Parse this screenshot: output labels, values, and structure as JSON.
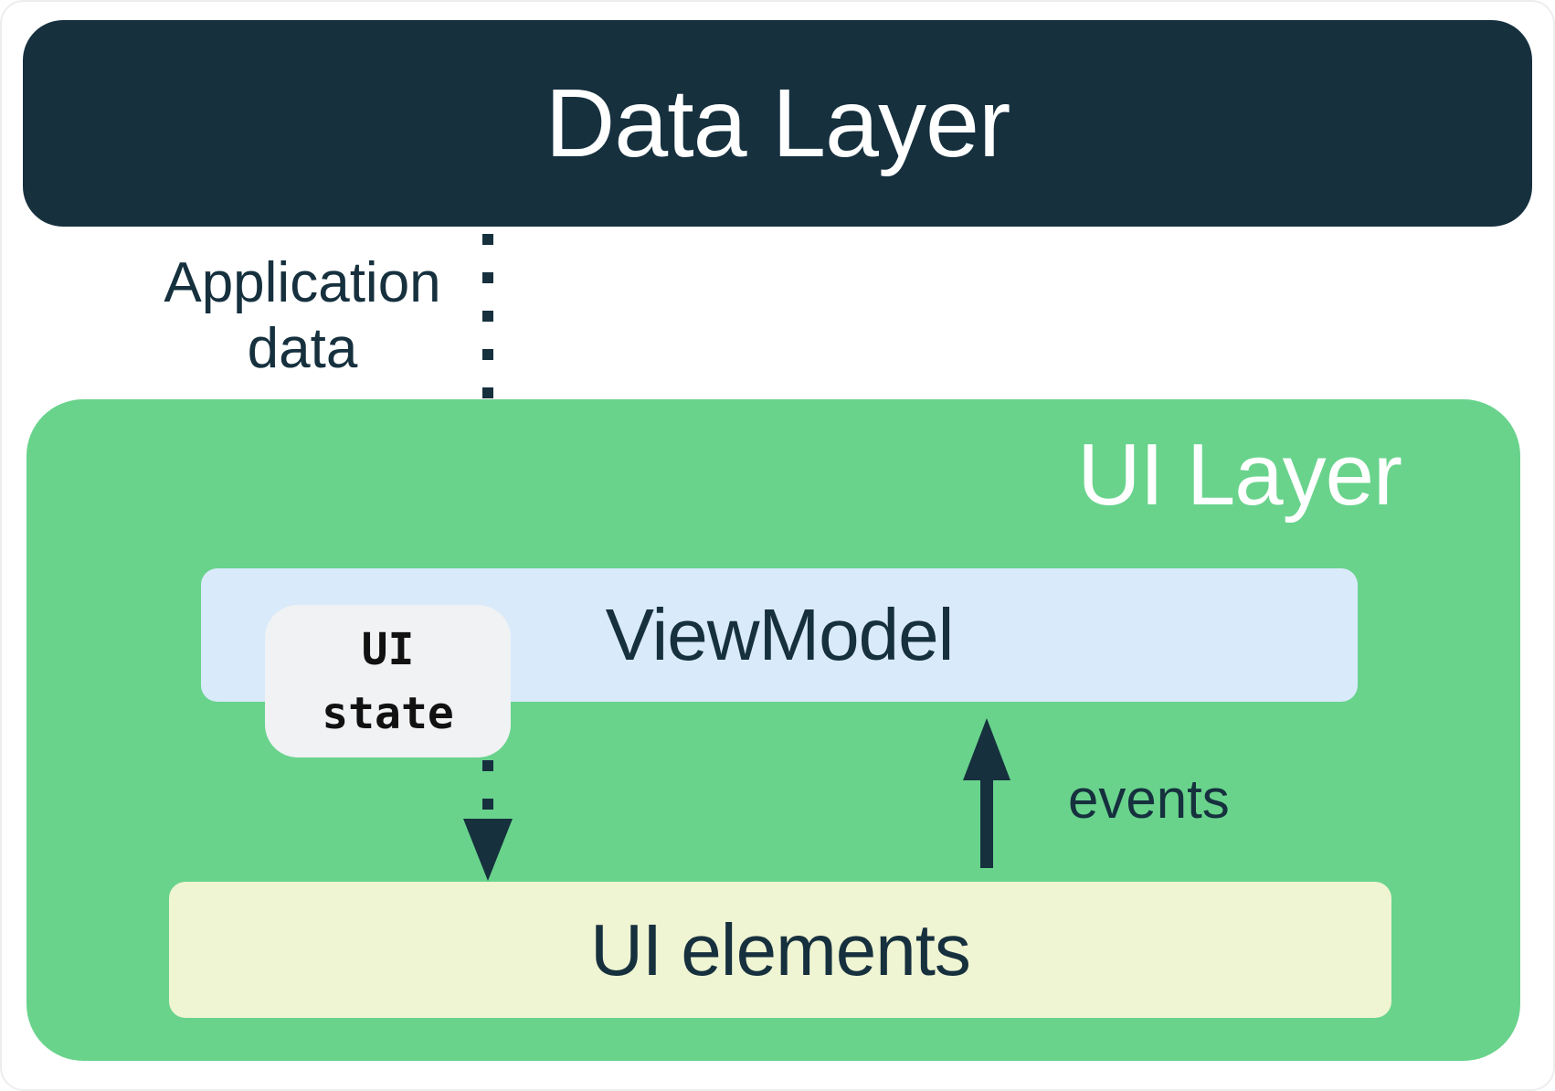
{
  "data_layer": {
    "label": "Data Layer"
  },
  "ui_layer": {
    "label": "UI Layer"
  },
  "viewmodel": {
    "label": "ViewModel"
  },
  "ui_state": {
    "label": "UI state",
    "line1": "UI",
    "line2": "state"
  },
  "ui_elements": {
    "label": "UI elements"
  },
  "flows": {
    "application_data": {
      "label": "Application data",
      "line1": "Application",
      "line2": "data",
      "direction": "down",
      "style": "dotted"
    },
    "ui_state_to_elements": {
      "direction": "down",
      "style": "dotted"
    },
    "events": {
      "label": "events",
      "direction": "up",
      "style": "solid"
    }
  },
  "colors": {
    "navy": "#16303E",
    "green": "#69D38C",
    "light_blue": "#D9EAFB",
    "cream": "#EFF4D2",
    "light_gray": "#F0F2F4",
    "white": "#FFFFFF",
    "text_black": "#111111"
  }
}
